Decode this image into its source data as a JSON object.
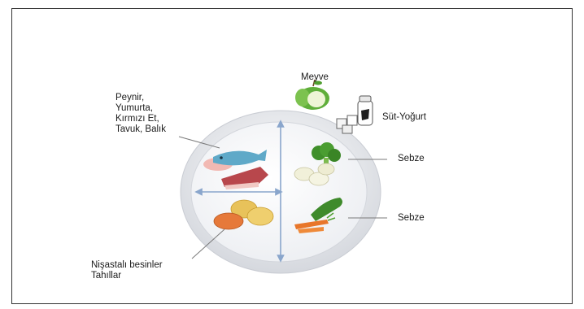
{
  "labels": {
    "protein": [
      "Peynir,",
      "Yumurta,",
      "Kırmızı Et,",
      "Tavuk, Balık"
    ],
    "fruit": "Meyve",
    "dairy": "Süt-Yoğurt",
    "veg_top": "Sebze",
    "veg_bottom": "Sebze",
    "starch": [
      "Nişastalı besinler",
      "Tahıllar"
    ]
  },
  "colors": {
    "plate_rim": "#e4e6ea",
    "plate_inner": "#f6f7f9",
    "divider": "#8aa6cc",
    "fruit": "#5fae3a",
    "vegetable": "#3f8f2a",
    "carrot": "#e8762a",
    "fish": "#5fa9c8",
    "meat": "#b8474c",
    "potato": "#e8c25a"
  }
}
